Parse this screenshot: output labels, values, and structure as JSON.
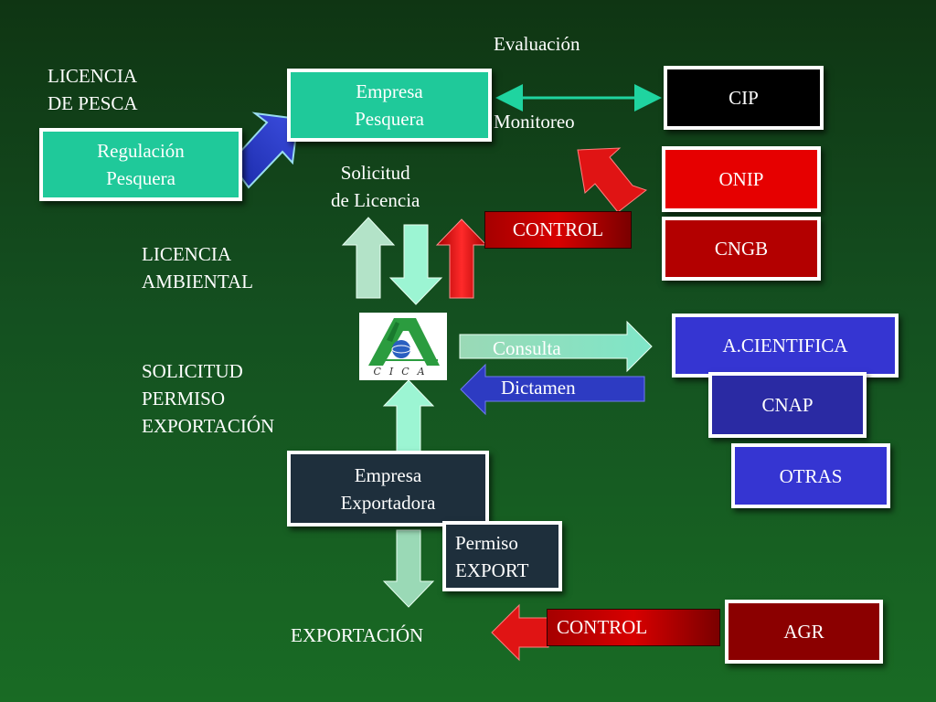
{
  "colors": {
    "teal": "#1fc99a",
    "black": "#000000",
    "red": "#e60000",
    "dark_red": "#b30000",
    "blue": "#3535d2",
    "dark_blue": "#2a2aa3",
    "dark_slate": "#1e2f3c",
    "maroon": "#8b0000",
    "arrow_mint": "#9cf5d3",
    "arrow_pale": "#b3e3c8",
    "arrow_red": "#e01414",
    "arrow_blue": "#2d3bc2"
  },
  "labels": {
    "licencia_pesca": [
      "LICENCIA",
      "DE PESCA"
    ],
    "evaluacion": "Evaluación",
    "monitoreo": "Monitoreo",
    "solicitud_licencia": [
      "Solicitud",
      "de Licencia"
    ],
    "licencia_ambiental": [
      "LICENCIA",
      "AMBIENTAL"
    ],
    "solicitud_permiso": [
      "SOLICITUD",
      "PERMISO",
      "EXPORTACIÓN"
    ],
    "exportacion": "EXPORTACIÓN"
  },
  "boxes": {
    "regulacion": [
      "Regulación",
      "Pesquera"
    ],
    "empresa_pesquera": [
      "Empresa",
      "Pesquera"
    ],
    "cip": "CIP",
    "onip": "ONIP",
    "cngb": "CNGB",
    "control_top": "CONTROL",
    "a_cientifica": "A.CIENTIFICA",
    "cnap": "CNAP",
    "otras": "OTRAS",
    "empresa_exportadora": [
      "Empresa",
      "Exportadora"
    ],
    "permiso_export": [
      "Permiso",
      "EXPORT"
    ],
    "control_bottom": "CONTROL",
    "agr": "AGR"
  },
  "arrows": {
    "consulta": "Consulta",
    "dictamen": "Dictamen"
  },
  "logo": {
    "text": "CICA"
  }
}
